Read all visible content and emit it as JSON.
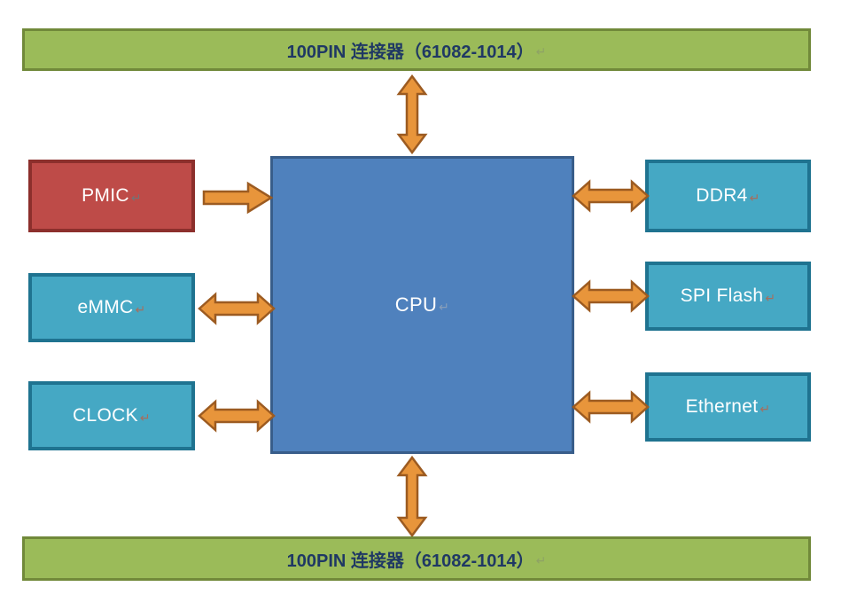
{
  "diagram": {
    "title": "CPU Block Diagram",
    "colors": {
      "connector_fill": "#9BBB59",
      "connector_border": "#71893A",
      "connector_text": "#1F3864",
      "cpu_fill": "#4F81BD",
      "cpu_border": "#385D8A",
      "peripheral_fill": "#45A8C4",
      "peripheral_border": "#1F7390",
      "pmic_fill": "#BE4B48",
      "pmic_border": "#8C2F2C",
      "arrow_fill": "#E8953B",
      "arrow_border": "#9C5B21",
      "background": "#FFFFFF"
    },
    "pilcrow": "↵",
    "connectors": {
      "top": {
        "label": "100PIN 连接器（61082-1014）"
      },
      "bottom": {
        "label": "100PIN 连接器（61082-1014）"
      }
    },
    "cpu": {
      "label": "CPU"
    },
    "left_blocks": [
      {
        "label": "PMIC",
        "arrow": "single-right"
      },
      {
        "label": "eMMC",
        "arrow": "double"
      },
      {
        "label": "CLOCK",
        "arrow": "double"
      }
    ],
    "right_blocks": [
      {
        "label": "DDR4",
        "arrow": "double"
      },
      {
        "label": "SPI Flash",
        "arrow": "double"
      },
      {
        "label": "Ethernet",
        "arrow": "double"
      }
    ],
    "vertical_arrows": [
      {
        "name": "cpu-to-top-connector",
        "arrow": "double-vertical"
      },
      {
        "name": "cpu-to-bottom-connector",
        "arrow": "double-vertical"
      }
    ]
  }
}
